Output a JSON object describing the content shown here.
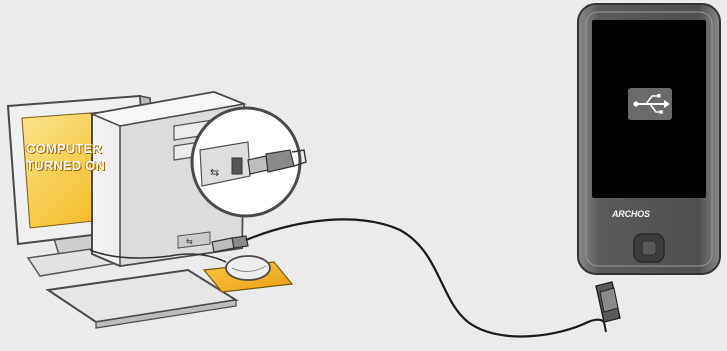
{
  "computer": {
    "screen_text_line1": "COMPUTER",
    "screen_text_line2": "TURNED ON"
  },
  "device": {
    "brand": "ARCHOS",
    "screen_icon": "usb-icon"
  },
  "icons": {
    "port_icon": "usb-symbol-icon",
    "connector_icon": "usb-plug-icon"
  },
  "colors": {
    "background": "#ebebeb",
    "monitor_screen": "#f5c842",
    "mousepad": "#f3b622",
    "device_body": "#5d5d5d",
    "device_screen": "#000000"
  }
}
